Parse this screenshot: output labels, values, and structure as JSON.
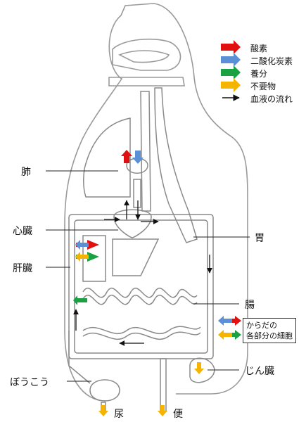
{
  "legend": [
    {
      "key": "oxygen",
      "label": "酸素",
      "color": "#e01010"
    },
    {
      "key": "co2",
      "label": "二酸化炭素",
      "color": "#5b8fd6"
    },
    {
      "key": "nutrient",
      "label": "養分",
      "color": "#1aa142"
    },
    {
      "key": "waste",
      "label": "不要物",
      "color": "#f5b400"
    },
    {
      "key": "blood",
      "label": "血液の流れ",
      "color": "#111111"
    }
  ],
  "labels": {
    "lung": "肺",
    "heart": "心臓",
    "stomach": "胃",
    "liver": "肝臓",
    "intestine": "腸",
    "kidney": "じん臓",
    "bladder": "ぼうこう",
    "urine": "尿",
    "feces": "便"
  },
  "cells_box": {
    "line1": "からだの",
    "line2": "各部分の細胞"
  }
}
